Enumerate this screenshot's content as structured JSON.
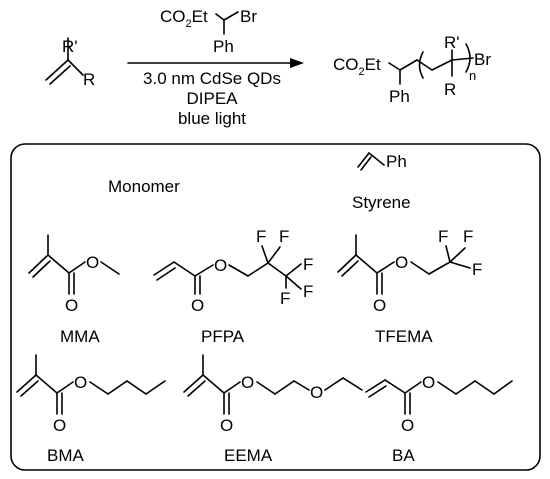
{
  "reaction": {
    "reactant": {
      "substituent_top": "R'",
      "substituent_right": "R"
    },
    "initiator": {
      "ester": "CO2Et",
      "halide": "Br",
      "aryl": "Ph"
    },
    "conditions": [
      "3.0 nm CdSe QDs",
      "DIPEA",
      "blue light"
    ],
    "product": {
      "ester": "CO2Et",
      "aryl": "Ph",
      "substituent_top": "R'",
      "substituent_bottom": "R",
      "end_group": "Br",
      "repeat": "n"
    }
  },
  "monomer_panel": {
    "heading": "Monomer",
    "monomers": [
      {
        "id": "styrene",
        "label": "Styrene",
        "substituent": "Ph"
      },
      {
        "id": "mma",
        "label": "MMA"
      },
      {
        "id": "pfpa",
        "label": "PFPA",
        "fluorines": [
          "F",
          "F",
          "F",
          "F",
          "F"
        ]
      },
      {
        "id": "tfema",
        "label": "TFEMA",
        "fluorines": [
          "F",
          "F",
          "F"
        ]
      },
      {
        "id": "bma",
        "label": "BMA"
      },
      {
        "id": "eema",
        "label": "EEMA"
      },
      {
        "id": "ba",
        "label": "BA"
      }
    ],
    "atom_oxygen": "O"
  }
}
